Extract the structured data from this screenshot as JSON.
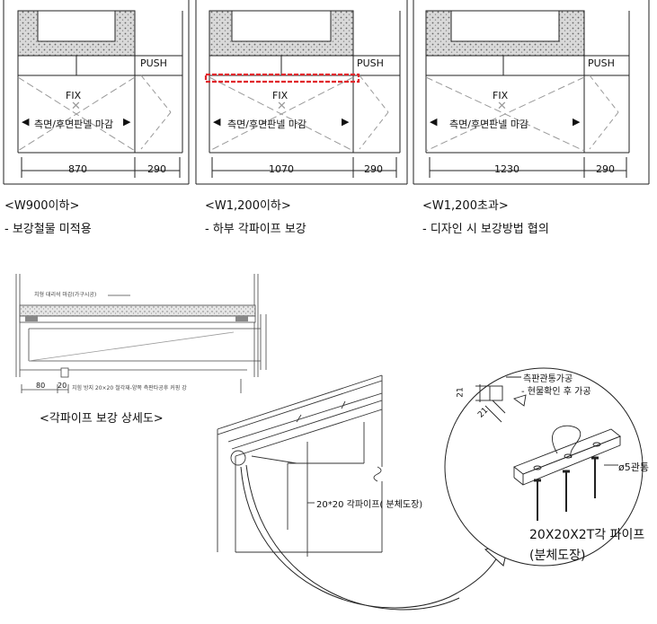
{
  "panels": [
    {
      "push": "PUSH",
      "fix": "FIX",
      "finish": "측면/후면판넬 마감",
      "dim_main": "870",
      "dim_side": "290",
      "caption": "<W900이하>",
      "note": "- 보강철물 미적용"
    },
    {
      "push": "PUSH",
      "fix": "FIX",
      "finish": "측면/후면판넬 마감",
      "dim_main": "1070",
      "dim_side": "290",
      "caption": "<W1,200이하>",
      "note": "- 하부 각파이프 보강"
    },
    {
      "push": "PUSH",
      "fix": "FIX",
      "finish": "측면/후면판넬 마감",
      "dim_main": "1230",
      "dim_side": "290",
      "caption": "<W1,200초과>",
      "note": "- 디자인 시 보강방법 협의"
    }
  ],
  "detail": {
    "top_note": "치형 대리석 마감(가구시공)",
    "dim_a": "80",
    "dim_b": "20",
    "bottom_note": "치힘 방지 20×20 철각재-양쪽 측판타공후 커핑 강",
    "caption": "<각파이프 보강 상세도>"
  },
  "perspective": {
    "pipe_label": "20*20 각파이프( 분체도장)"
  },
  "zoom": {
    "note1": "측판관통가공",
    "note2": "- 현물확인 후 가공",
    "dim1": "21",
    "dim2": "21",
    "hole_label": "ø5관통",
    "title": "20X20X2T각 파이프",
    "subtitle": "(분체도장)"
  },
  "colors": {
    "highlight": "#e0262b",
    "line": "#222222"
  }
}
